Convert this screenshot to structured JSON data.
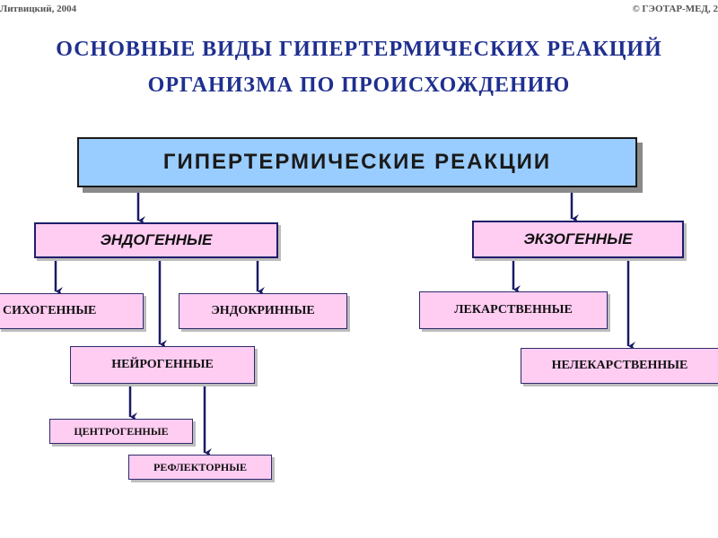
{
  "corner": {
    "left": "Литвицкий, 2004",
    "right": "© ГЭОТАР-МЕД, 2"
  },
  "title": {
    "line1": "ОСНОВНЫЕ ВИДЫ ГИПЕРТЕРМИЧЕСКИХ РЕАКЦИЙ",
    "line2": "ОРГАНИЗМА ПО ПРОИСХОЖДЕНИЮ"
  },
  "diagram": {
    "root": "ГИПЕРТЕРМИЧЕСКИЕ РЕАКЦИИ",
    "endogenous": {
      "label": "ЭНДОГЕННЫЕ",
      "psychogenic": "СИХОГЕННЫЕ",
      "endocrine": "ЭНДОКРИННЫЕ",
      "neurogenic": {
        "label": "НЕЙРОГЕННЫЕ",
        "centrogenic": "ЦЕНТРОГЕННЫЕ",
        "reflex": "РЕФЛЕКТОРНЫЕ"
      }
    },
    "exogenous": {
      "label": "ЭКЗОГЕННЫЕ",
      "medicinal": "ЛЕКАРСТВЕННЫЕ",
      "nonmedicinal": "НЕЛЕКАРСТВЕННЫЕ"
    }
  },
  "colors": {
    "title": "#1f2f8f",
    "main_box": "#99ccff",
    "sub_box": "#ffccf2",
    "arrow": "#1a1a66"
  }
}
